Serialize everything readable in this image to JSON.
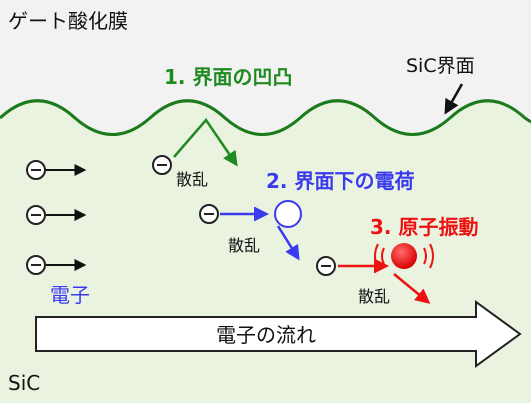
{
  "labels": {
    "gate_oxide": "ゲート酸化膜",
    "interface": "SiC界面",
    "substrate": "SiC",
    "electron": "電子",
    "flow": "電子の流れ",
    "scatter": "散乱"
  },
  "mechanisms": [
    {
      "title": "1. 界面の凹凸",
      "color": "#1f8a1f"
    },
    {
      "title": "2. 界面下の電荷",
      "color": "#3a3af0"
    },
    {
      "title": "3. 原子振動",
      "color": "#ee1111"
    }
  ],
  "colors": {
    "oxide_bg": "#f2f2f2",
    "sic_bg": "#eaf3df",
    "interface_line": "#1b7a1b",
    "electron_ring": "#222222",
    "arrow_black": "#111111"
  }
}
